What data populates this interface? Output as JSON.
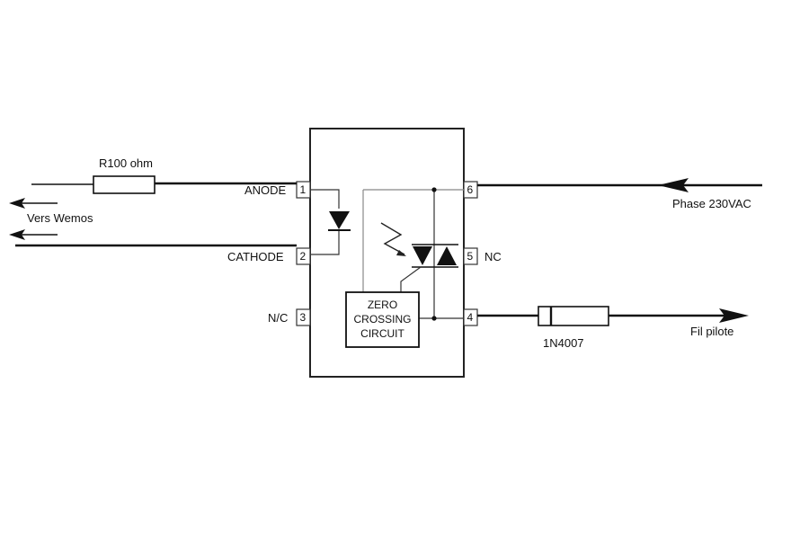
{
  "labels": {
    "resistor": "R100 ohm",
    "vers_wemos": "Vers Wemos",
    "anode": "ANODE",
    "cathode": "CATHODE",
    "nc_left": "N/C",
    "nc_right": "NC",
    "phase": "Phase 230VAC",
    "diode": "1N4007",
    "fil_pilote": "Fil pilote"
  },
  "pins": {
    "p1": "1",
    "p2": "2",
    "p3": "3",
    "p4": "4",
    "p5": "5",
    "p6": "6"
  },
  "zero_crossing": {
    "line1": "ZERO",
    "line2": "CROSSING",
    "line3": "CIRCUIT"
  }
}
